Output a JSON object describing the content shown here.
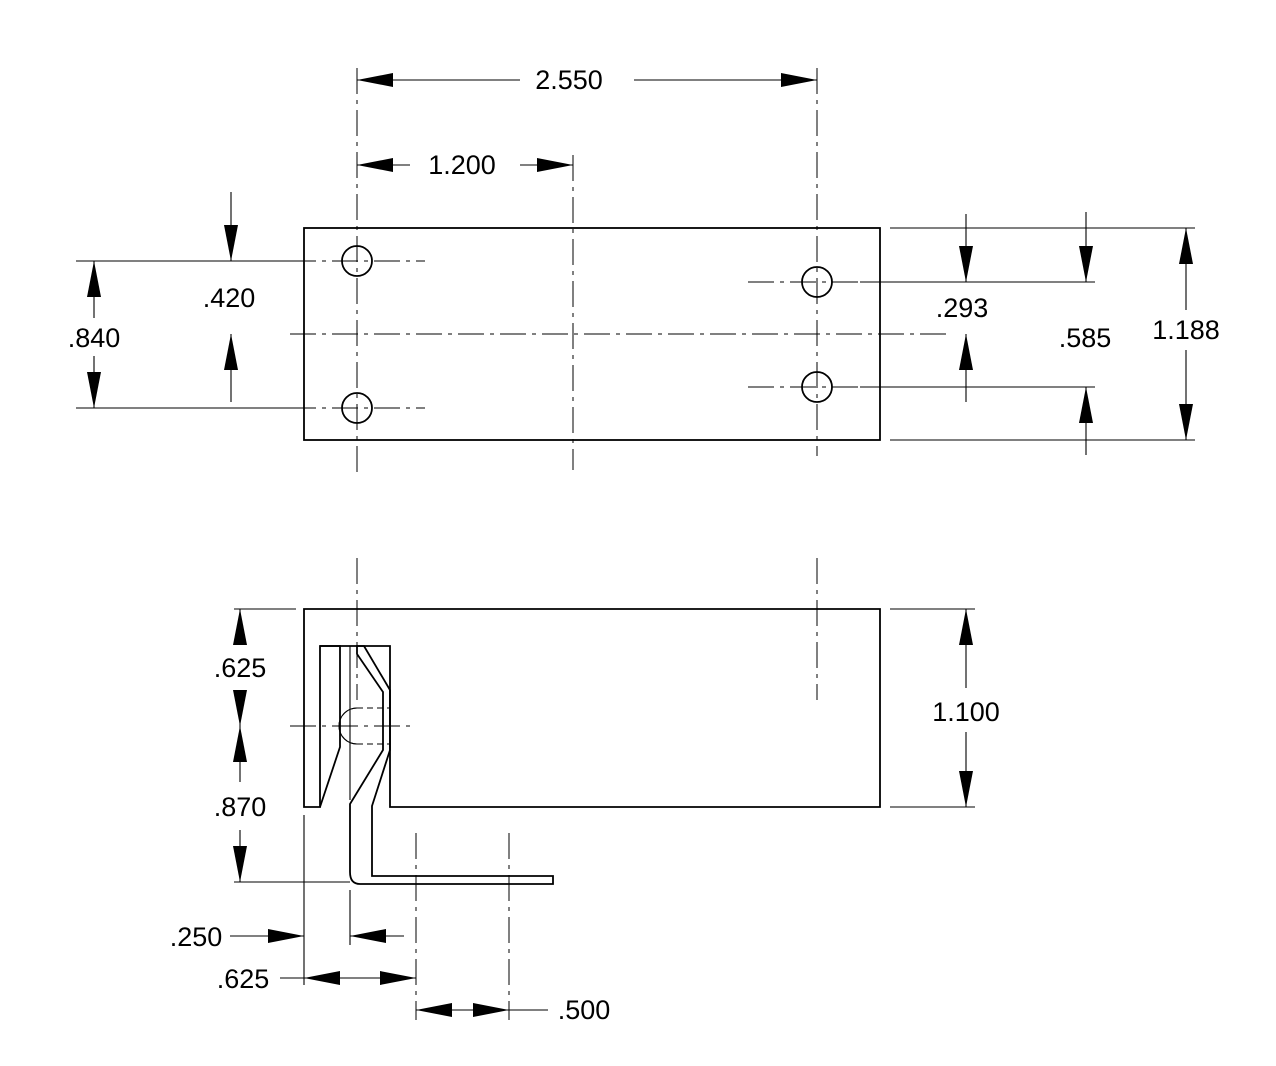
{
  "drawing": {
    "top_view": {
      "dimensions": {
        "overall_hole_span": "2.550",
        "hole_to_center": "1.200",
        "left_hole_half_spacing": ".420",
        "left_hole_spacing": ".840",
        "right_hole_offset": ".293",
        "right_hole_spacing": ".585",
        "plate_height": "1.188"
      }
    },
    "front_view": {
      "dimensions": {
        "upper_height": ".625",
        "lower_height": ".870",
        "body_height": "1.100",
        "wall_thickness": ".250",
        "bend_offset": ".625",
        "slot_spacing": ".500"
      }
    }
  }
}
